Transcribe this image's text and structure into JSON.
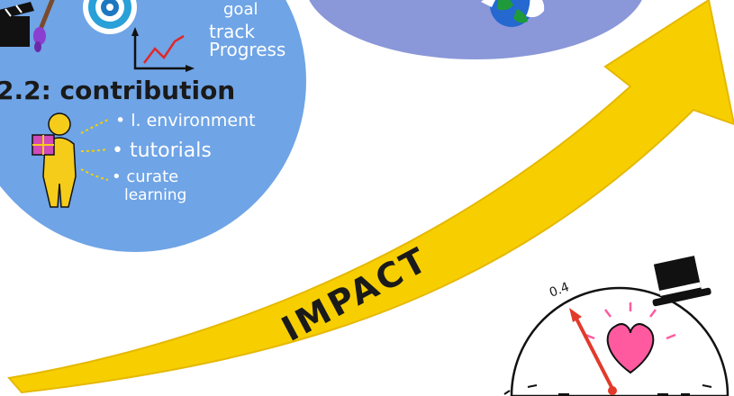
{
  "goal_label": "goal",
  "track_progress": {
    "line1": "track",
    "line2": "Progress"
  },
  "contribution": {
    "heading": "2.2: contribution",
    "items": [
      "• l. environment",
      "• tutorials",
      "• curate",
      "learning"
    ]
  },
  "arrow_label": "IMPACT",
  "gauge": {
    "value_label": "0.4",
    "value": 0.4
  },
  "colors": {
    "left_circle": "#6fa4e6",
    "top_circle": "#8a97d8",
    "arrow": "#f7cf00",
    "arrow_outline": "#e5b800",
    "needle": "#e23a2a",
    "heart": "#ff5aa0"
  }
}
